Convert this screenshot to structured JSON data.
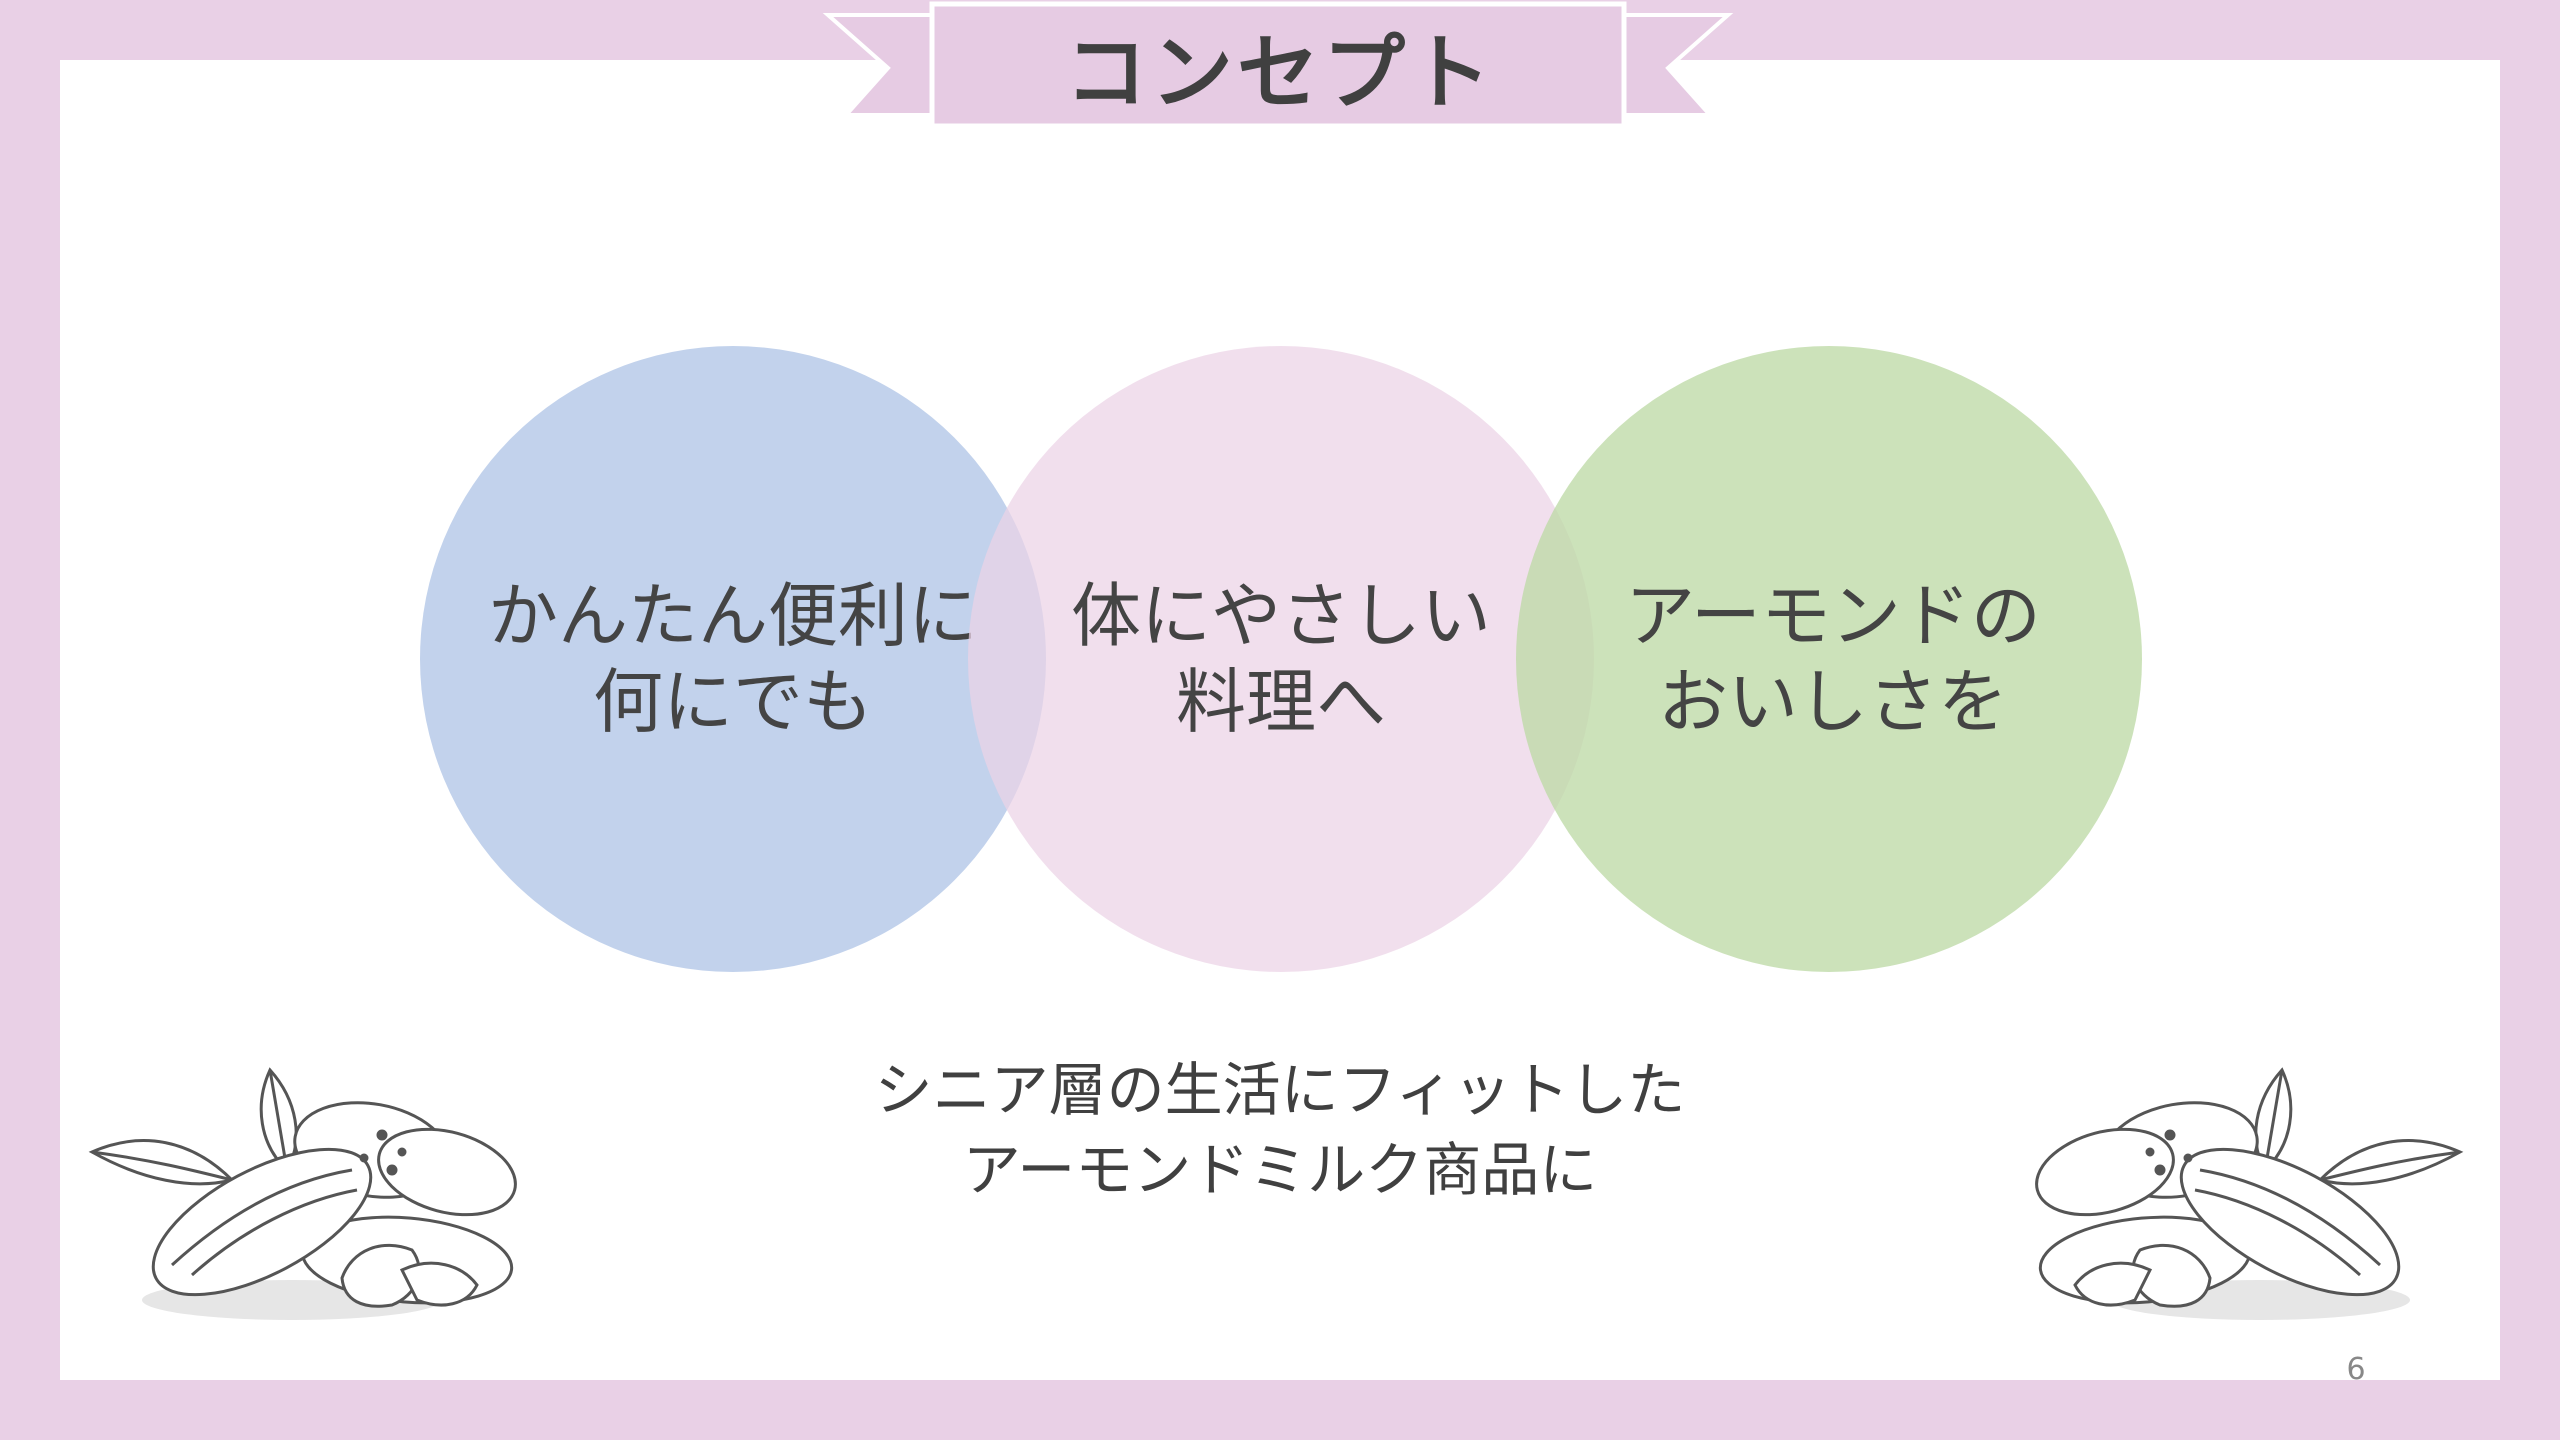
{
  "slide": {
    "title": "コンセプト",
    "circles": [
      {
        "text": "かんたん便利に\n何にでも",
        "color": "#b4c8e8"
      },
      {
        "text": "体にやさしい\n料理へ",
        "color": "#ecd2e6"
      },
      {
        "text": "アーモンドの\nおいしさを",
        "color": "#bedaa6"
      }
    ],
    "summary": "シニア層の生活にフィットした\nアーモンドミルク商品に",
    "page_number": "6"
  },
  "colors": {
    "border": "#e9d0e6",
    "ribbon": "#e6cbe3",
    "text": "#404040"
  },
  "icons": [
    "ribbon-banner",
    "almond-illustration-left",
    "almond-illustration-right"
  ]
}
